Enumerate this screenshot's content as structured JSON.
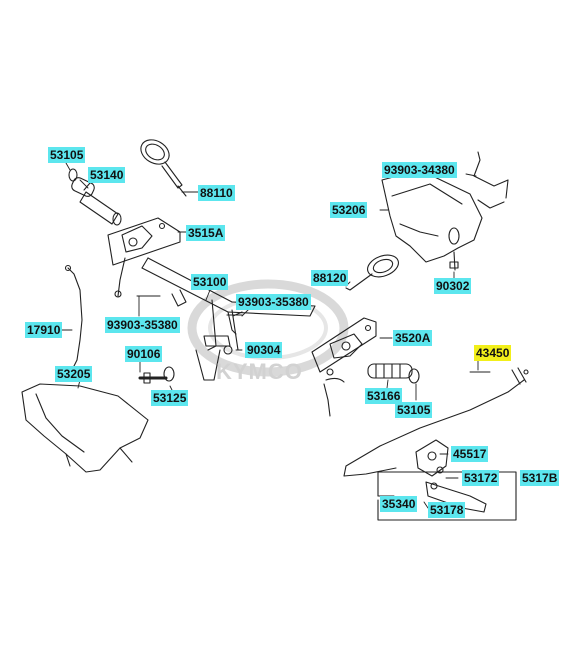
{
  "colors": {
    "label_bg": "#5ce6ee",
    "highlight_bg": "#f2ef1a",
    "line": "#222222",
    "watermark": "#d2d2d2"
  },
  "watermark": "KYMCO",
  "parts": [
    {
      "id": "53105a",
      "number": "53105"
    },
    {
      "id": "53140",
      "number": "53140"
    },
    {
      "id": "88110",
      "number": "88110"
    },
    {
      "id": "3515A",
      "number": "3515A"
    },
    {
      "id": "93903-34380",
      "number": "93903-34380"
    },
    {
      "id": "53206",
      "number": "53206"
    },
    {
      "id": "53100",
      "number": "53100"
    },
    {
      "id": "88120",
      "number": "88120"
    },
    {
      "id": "90302",
      "number": "90302"
    },
    {
      "id": "93903-35380a",
      "number": "93903-35380"
    },
    {
      "id": "93903-35380b",
      "number": "93903-35380"
    },
    {
      "id": "17910",
      "number": "17910"
    },
    {
      "id": "90304",
      "number": "90304"
    },
    {
      "id": "3520A",
      "number": "3520A"
    },
    {
      "id": "90106",
      "number": "90106"
    },
    {
      "id": "43450",
      "number": "43450"
    },
    {
      "id": "53205",
      "number": "53205"
    },
    {
      "id": "53125",
      "number": "53125"
    },
    {
      "id": "53166",
      "number": "53166"
    },
    {
      "id": "53105b",
      "number": "53105"
    },
    {
      "id": "45517",
      "number": "45517"
    },
    {
      "id": "53172",
      "number": "53172"
    },
    {
      "id": "5317B",
      "number": "5317B"
    },
    {
      "id": "35340",
      "number": "35340"
    },
    {
      "id": "53178",
      "number": "53178"
    }
  ]
}
